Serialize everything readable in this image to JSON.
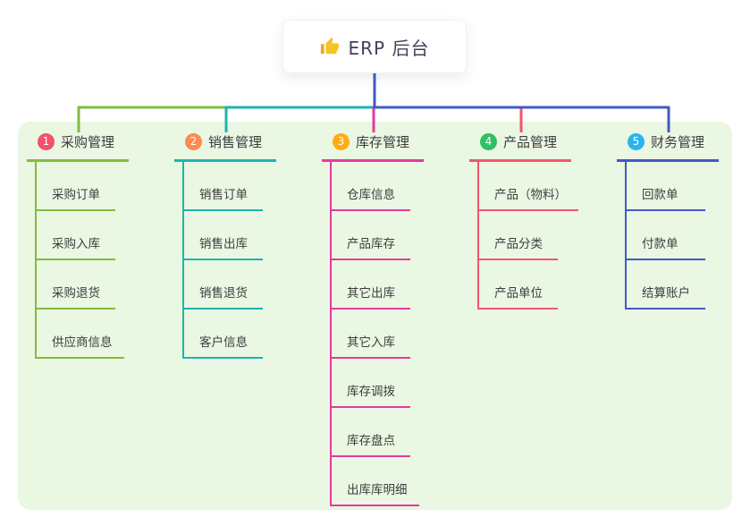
{
  "root": {
    "title": "ERP 后台",
    "icon": "thumbs-up",
    "icon_color": "#f7c325",
    "text_color": "#3c4454"
  },
  "panel": {
    "background": "#eaf7e3"
  },
  "branches": [
    {
      "badge": "1",
      "badge_color": "#f4516c",
      "line_color": "#82bc3e",
      "label": "采购管理",
      "children": [
        "采购订单",
        "采购入库",
        "采购退货",
        "供应商信息"
      ]
    },
    {
      "badge": "2",
      "badge_color": "#ff8a4d",
      "line_color": "#1bb6ae",
      "label": "销售管理",
      "children": [
        "销售订单",
        "销售出库",
        "销售退货",
        "客户信息"
      ]
    },
    {
      "badge": "3",
      "badge_color": "#ffac13",
      "line_color": "#e53a9e",
      "label": "库存管理",
      "children": [
        "仓库信息",
        "产品库存",
        "其它出库",
        "其它入库",
        "库存调拨",
        "库存盘点",
        "出库库明细"
      ]
    },
    {
      "badge": "4",
      "badge_color": "#2fbf64",
      "line_color": "#f2566b",
      "label": "产品管理",
      "children": [
        "产品（物料）",
        "产品分类",
        "产品单位"
      ]
    },
    {
      "badge": "5",
      "badge_color": "#2db3ee",
      "line_color": "#4459c6",
      "label": "财务管理",
      "children": [
        "回款单",
        "付款单",
        "结算账户"
      ]
    }
  ],
  "layout_note": ""
}
